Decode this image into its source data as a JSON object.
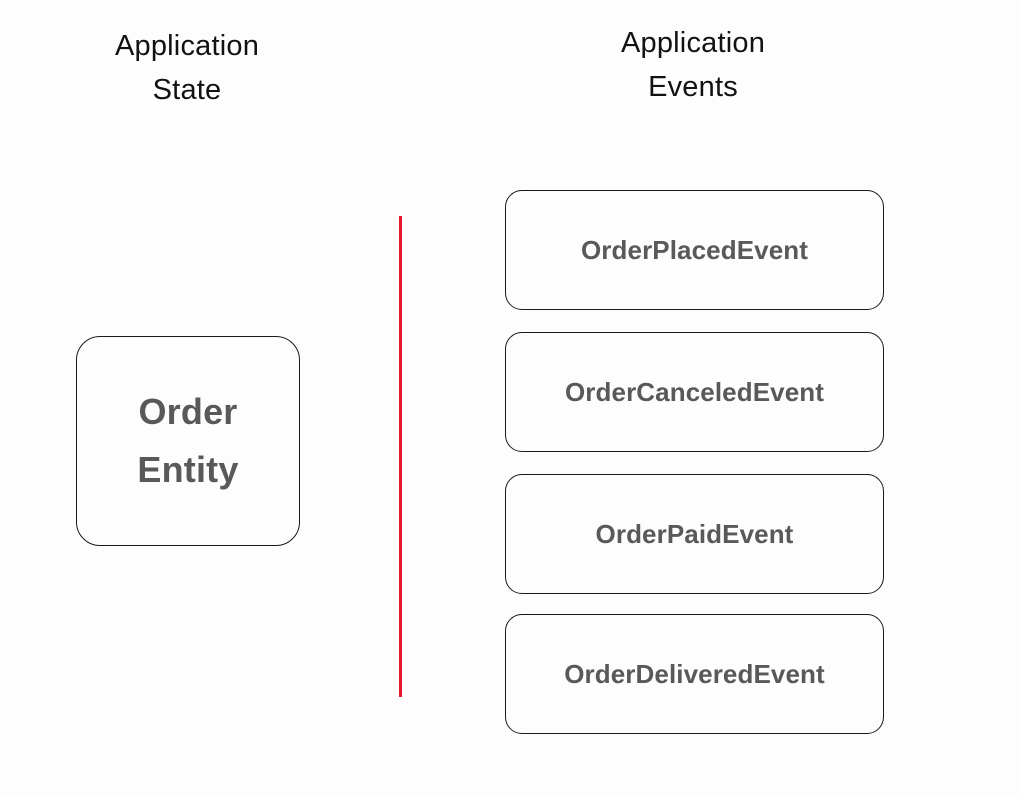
{
  "columns": {
    "state": {
      "heading": "Application\nState"
    },
    "events": {
      "heading": "Application\nEvents"
    }
  },
  "entity": {
    "label": "Order\nEntity"
  },
  "events": [
    {
      "label": "OrderPlacedEvent"
    },
    {
      "label": "OrderCanceledEvent"
    },
    {
      "label": "OrderPaidEvent"
    },
    {
      "label": "OrderDeliveredEvent"
    }
  ],
  "divider": {
    "color": "#e8192c",
    "orientation": "vertical"
  },
  "colors": {
    "background": "#fdfdfd",
    "heading_text": "#121212",
    "node_text": "#595959",
    "node_border": "#1a1a1a",
    "divider": "#e8192c"
  }
}
